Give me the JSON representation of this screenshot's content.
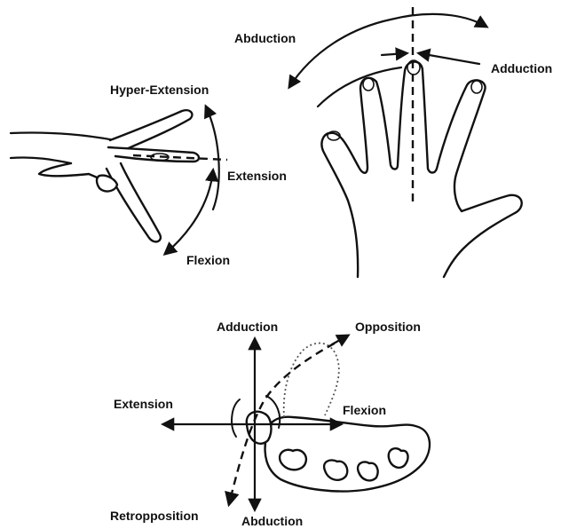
{
  "labels": {
    "hyper_extension": "Hyper-Extension",
    "extension_finger": "Extension",
    "flexion_finger": "Flexion",
    "abduction_hand": "Abduction",
    "adduction_hand": "Adduction",
    "adduction_thumb": "Adduction",
    "opposition": "Opposition",
    "extension_thumb": "Extension",
    "flexion_thumb": "Flexion",
    "retropposition": "Retropposition",
    "abduction_thumb": "Abduction"
  }
}
